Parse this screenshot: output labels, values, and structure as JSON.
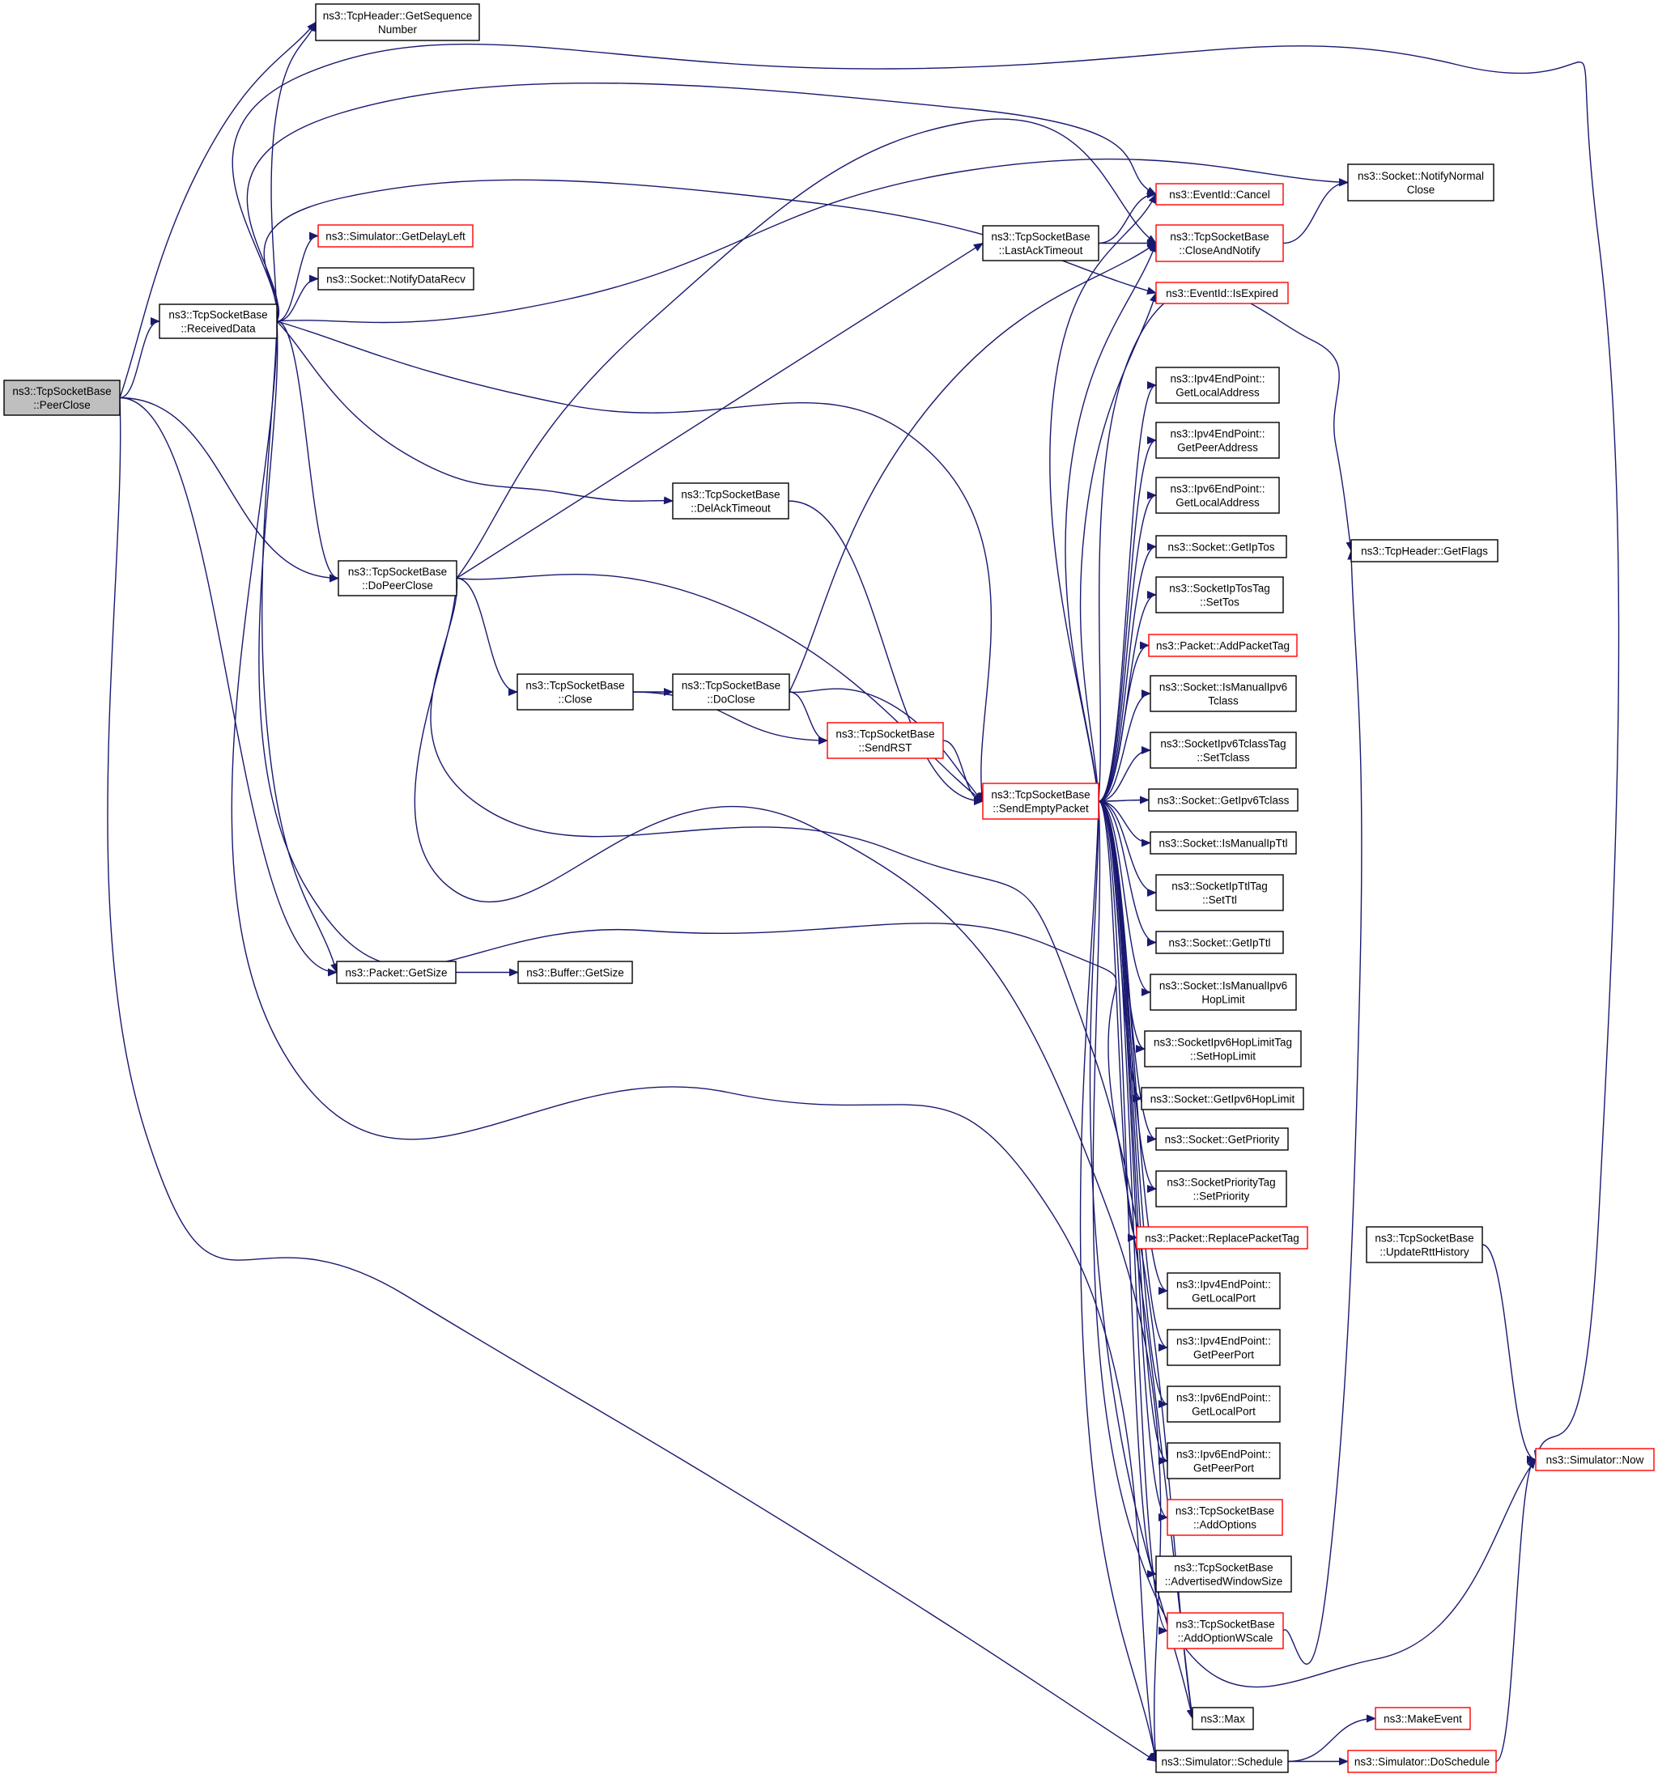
{
  "colors": {
    "edge": "#191970",
    "node_border": "#000000",
    "node_border_undocumented": "#ff0000",
    "focus_fill": "#bfbfbf",
    "node_fill": "#ffffff"
  },
  "nodes": [
    {
      "id": "peerclose",
      "lines": [
        "ns3::TcpSocketBase",
        "::PeerClose"
      ],
      "style": "focus"
    },
    {
      "id": "getseqnum",
      "lines": [
        "ns3::TcpHeader::GetSequence",
        "Number"
      ],
      "style": "normal"
    },
    {
      "id": "receiveddata",
      "lines": [
        "ns3::TcpSocketBase",
        "::ReceivedData"
      ],
      "style": "normal"
    },
    {
      "id": "getdelayleft",
      "lines": [
        "ns3::Simulator::GetDelayLeft"
      ],
      "style": "red"
    },
    {
      "id": "notifydatarecv",
      "lines": [
        "ns3::Socket::NotifyDataRecv"
      ],
      "style": "normal"
    },
    {
      "id": "dopeerclose",
      "lines": [
        "ns3::TcpSocketBase",
        "::DoPeerClose"
      ],
      "style": "normal"
    },
    {
      "id": "delacktimeout",
      "lines": [
        "ns3::TcpSocketBase",
        "::DelAckTimeout"
      ],
      "style": "normal"
    },
    {
      "id": "close",
      "lines": [
        "ns3::TcpSocketBase",
        "::Close"
      ],
      "style": "normal"
    },
    {
      "id": "doclose",
      "lines": [
        "ns3::TcpSocketBase",
        "::DoClose"
      ],
      "style": "normal"
    },
    {
      "id": "sendrst",
      "lines": [
        "ns3::TcpSocketBase",
        "::SendRST"
      ],
      "style": "red"
    },
    {
      "id": "lastacktimeout",
      "lines": [
        "ns3::TcpSocketBase",
        "::LastAckTimeout"
      ],
      "style": "normal"
    },
    {
      "id": "cancel",
      "lines": [
        "ns3::EventId::Cancel"
      ],
      "style": "red"
    },
    {
      "id": "closeandnotify",
      "lines": [
        "ns3::TcpSocketBase",
        "::CloseAndNotify"
      ],
      "style": "red"
    },
    {
      "id": "isexpired",
      "lines": [
        "ns3::EventId::IsExpired"
      ],
      "style": "red"
    },
    {
      "id": "notifynormalclose",
      "lines": [
        "ns3::Socket::NotifyNormal",
        "Close"
      ],
      "style": "normal"
    },
    {
      "id": "sendemptypacket",
      "lines": [
        "ns3::TcpSocketBase",
        "::SendEmptyPacket"
      ],
      "style": "red"
    },
    {
      "id": "getsize",
      "lines": [
        "ns3::Packet::GetSize"
      ],
      "style": "normal"
    },
    {
      "id": "buffergetsize",
      "lines": [
        "ns3::Buffer::GetSize"
      ],
      "style": "normal"
    },
    {
      "id": "ipv4getlocaladdr",
      "lines": [
        "ns3::Ipv4EndPoint::",
        "GetLocalAddress"
      ],
      "style": "normal"
    },
    {
      "id": "ipv4getpeeraddr",
      "lines": [
        "ns3::Ipv4EndPoint::",
        "GetPeerAddress"
      ],
      "style": "normal"
    },
    {
      "id": "ipv6getlocaladdr",
      "lines": [
        "ns3::Ipv6EndPoint::",
        "GetLocalAddress"
      ],
      "style": "normal"
    },
    {
      "id": "getiptos",
      "lines": [
        "ns3::Socket::GetIpTos"
      ],
      "style": "normal"
    },
    {
      "id": "settos",
      "lines": [
        "ns3::SocketIpTosTag",
        "::SetTos"
      ],
      "style": "normal"
    },
    {
      "id": "addpackettag",
      "lines": [
        "ns3::Packet::AddPacketTag"
      ],
      "style": "red"
    },
    {
      "id": "ismanualipv6tclass",
      "lines": [
        "ns3::Socket::IsManualIpv6",
        "Tclass"
      ],
      "style": "normal"
    },
    {
      "id": "settclass",
      "lines": [
        "ns3::SocketIpv6TclassTag",
        "::SetTclass"
      ],
      "style": "normal"
    },
    {
      "id": "getipv6tclass",
      "lines": [
        "ns3::Socket::GetIpv6Tclass"
      ],
      "style": "normal"
    },
    {
      "id": "ismanualipttl",
      "lines": [
        "ns3::Socket::IsManualIpTtl"
      ],
      "style": "normal"
    },
    {
      "id": "setttl",
      "lines": [
        "ns3::SocketIpTtlTag",
        "::SetTtl"
      ],
      "style": "normal"
    },
    {
      "id": "getipttl",
      "lines": [
        "ns3::Socket::GetIpTtl"
      ],
      "style": "normal"
    },
    {
      "id": "ismanualipv6hoplimit",
      "lines": [
        "ns3::Socket::IsManualIpv6",
        "HopLimit"
      ],
      "style": "normal"
    },
    {
      "id": "sethoplimit",
      "lines": [
        "ns3::SocketIpv6HopLimitTag",
        "::SetHopLimit"
      ],
      "style": "normal"
    },
    {
      "id": "getipv6hoplimit",
      "lines": [
        "ns3::Socket::GetIpv6HopLimit"
      ],
      "style": "normal"
    },
    {
      "id": "getpriority",
      "lines": [
        "ns3::Socket::GetPriority"
      ],
      "style": "normal"
    },
    {
      "id": "setpriority",
      "lines": [
        "ns3::SocketPriorityTag",
        "::SetPriority"
      ],
      "style": "normal"
    },
    {
      "id": "replacepackettag",
      "lines": [
        "ns3::Packet::ReplacePacketTag"
      ],
      "style": "red"
    },
    {
      "id": "ipv4getlocalport",
      "lines": [
        "ns3::Ipv4EndPoint::",
        "GetLocalPort"
      ],
      "style": "normal"
    },
    {
      "id": "ipv4getpeerport",
      "lines": [
        "ns3::Ipv4EndPoint::",
        "GetPeerPort"
      ],
      "style": "normal"
    },
    {
      "id": "ipv6getlocalport",
      "lines": [
        "ns3::Ipv6EndPoint::",
        "GetLocalPort"
      ],
      "style": "normal"
    },
    {
      "id": "ipv6getpeerport",
      "lines": [
        "ns3::Ipv6EndPoint::",
        "GetPeerPort"
      ],
      "style": "normal"
    },
    {
      "id": "addoptions",
      "lines": [
        "ns3::TcpSocketBase",
        "::AddOptions"
      ],
      "style": "red"
    },
    {
      "id": "advertisedwindowsize",
      "lines": [
        "ns3::TcpSocketBase",
        "::AdvertisedWindowSize"
      ],
      "style": "normal"
    },
    {
      "id": "addoptionwscale",
      "lines": [
        "ns3::TcpSocketBase",
        "::AddOptionWScale"
      ],
      "style": "red"
    },
    {
      "id": "max",
      "lines": [
        "ns3::Max"
      ],
      "style": "normal"
    },
    {
      "id": "schedule",
      "lines": [
        "ns3::Simulator::Schedule"
      ],
      "style": "normal"
    },
    {
      "id": "makeevent",
      "lines": [
        "ns3::MakeEvent"
      ],
      "style": "red"
    },
    {
      "id": "doschedule",
      "lines": [
        "ns3::Simulator::DoSchedule"
      ],
      "style": "red"
    },
    {
      "id": "getflags",
      "lines": [
        "ns3::TcpHeader::GetFlags"
      ],
      "style": "normal"
    },
    {
      "id": "updaterttHistory",
      "lines": [
        "ns3::TcpSocketBase",
        "::UpdateRttHistory"
      ],
      "style": "normal"
    },
    {
      "id": "now",
      "lines": [
        "ns3::Simulator::Now"
      ],
      "style": "red"
    }
  ],
  "edges": [
    [
      "peerclose",
      "getseqnum"
    ],
    [
      "peerclose",
      "receiveddata"
    ],
    [
      "peerclose",
      "dopeerclose"
    ],
    [
      "peerclose",
      "getsize"
    ],
    [
      "peerclose",
      "schedule"
    ],
    [
      "receiveddata",
      "getseqnum"
    ],
    [
      "receiveddata",
      "now"
    ],
    [
      "receiveddata",
      "cancel"
    ],
    [
      "receiveddata",
      "getdelayleft"
    ],
    [
      "receiveddata",
      "notifydatarecv"
    ],
    [
      "receiveddata",
      "isexpired"
    ],
    [
      "receiveddata",
      "notifynormalclose"
    ],
    [
      "receiveddata",
      "delacktimeout"
    ],
    [
      "receiveddata",
      "dopeerclose"
    ],
    [
      "receiveddata",
      "sendemptypacket"
    ],
    [
      "receiveddata",
      "getsize"
    ],
    [
      "receiveddata",
      "max"
    ],
    [
      "receiveddata",
      "schedule"
    ],
    [
      "dopeerclose",
      "closeandnotify"
    ],
    [
      "dopeerclose",
      "lastacktimeout"
    ],
    [
      "dopeerclose",
      "close"
    ],
    [
      "dopeerclose",
      "sendemptypacket"
    ],
    [
      "dopeerclose",
      "max"
    ],
    [
      "dopeerclose",
      "schedule"
    ],
    [
      "delacktimeout",
      "sendemptypacket"
    ],
    [
      "close",
      "doclose"
    ],
    [
      "close",
      "sendrst"
    ],
    [
      "doclose",
      "closeandnotify"
    ],
    [
      "doclose",
      "sendrst"
    ],
    [
      "doclose",
      "sendemptypacket"
    ],
    [
      "sendrst",
      "sendemptypacket"
    ],
    [
      "lastacktimeout",
      "cancel"
    ],
    [
      "lastacktimeout",
      "closeandnotify"
    ],
    [
      "closeandnotify",
      "notifynormalclose"
    ],
    [
      "getsize",
      "buffergetsize"
    ],
    [
      "sendemptypacket",
      "cancel"
    ],
    [
      "sendemptypacket",
      "closeandnotify"
    ],
    [
      "sendemptypacket",
      "isexpired"
    ],
    [
      "sendemptypacket",
      "getflags"
    ],
    [
      "sendemptypacket",
      "ipv4getlocaladdr"
    ],
    [
      "sendemptypacket",
      "ipv4getpeeraddr"
    ],
    [
      "sendemptypacket",
      "ipv6getlocaladdr"
    ],
    [
      "sendemptypacket",
      "getiptos"
    ],
    [
      "sendemptypacket",
      "settos"
    ],
    [
      "sendemptypacket",
      "addpackettag"
    ],
    [
      "sendemptypacket",
      "ismanualipv6tclass"
    ],
    [
      "sendemptypacket",
      "settclass"
    ],
    [
      "sendemptypacket",
      "getipv6tclass"
    ],
    [
      "sendemptypacket",
      "ismanualipttl"
    ],
    [
      "sendemptypacket",
      "setttl"
    ],
    [
      "sendemptypacket",
      "getipttl"
    ],
    [
      "sendemptypacket",
      "ismanualipv6hoplimit"
    ],
    [
      "sendemptypacket",
      "sethoplimit"
    ],
    [
      "sendemptypacket",
      "getipv6hoplimit"
    ],
    [
      "sendemptypacket",
      "getpriority"
    ],
    [
      "sendemptypacket",
      "setpriority"
    ],
    [
      "sendemptypacket",
      "replacepackettag"
    ],
    [
      "sendemptypacket",
      "ipv4getlocalport"
    ],
    [
      "sendemptypacket",
      "ipv4getpeerport"
    ],
    [
      "sendemptypacket",
      "ipv6getlocalport"
    ],
    [
      "sendemptypacket",
      "ipv6getpeerport"
    ],
    [
      "sendemptypacket",
      "addoptions"
    ],
    [
      "sendemptypacket",
      "advertisedwindowsize"
    ],
    [
      "sendemptypacket",
      "addoptionwscale"
    ],
    [
      "sendemptypacket",
      "now"
    ],
    [
      "sendemptypacket",
      "max"
    ],
    [
      "sendemptypacket",
      "schedule"
    ],
    [
      "addoptionwscale",
      "getflags"
    ],
    [
      "schedule",
      "makeevent"
    ],
    [
      "schedule",
      "doschedule"
    ],
    [
      "doschedule",
      "now"
    ],
    [
      "updaterttHistory",
      "now"
    ]
  ]
}
